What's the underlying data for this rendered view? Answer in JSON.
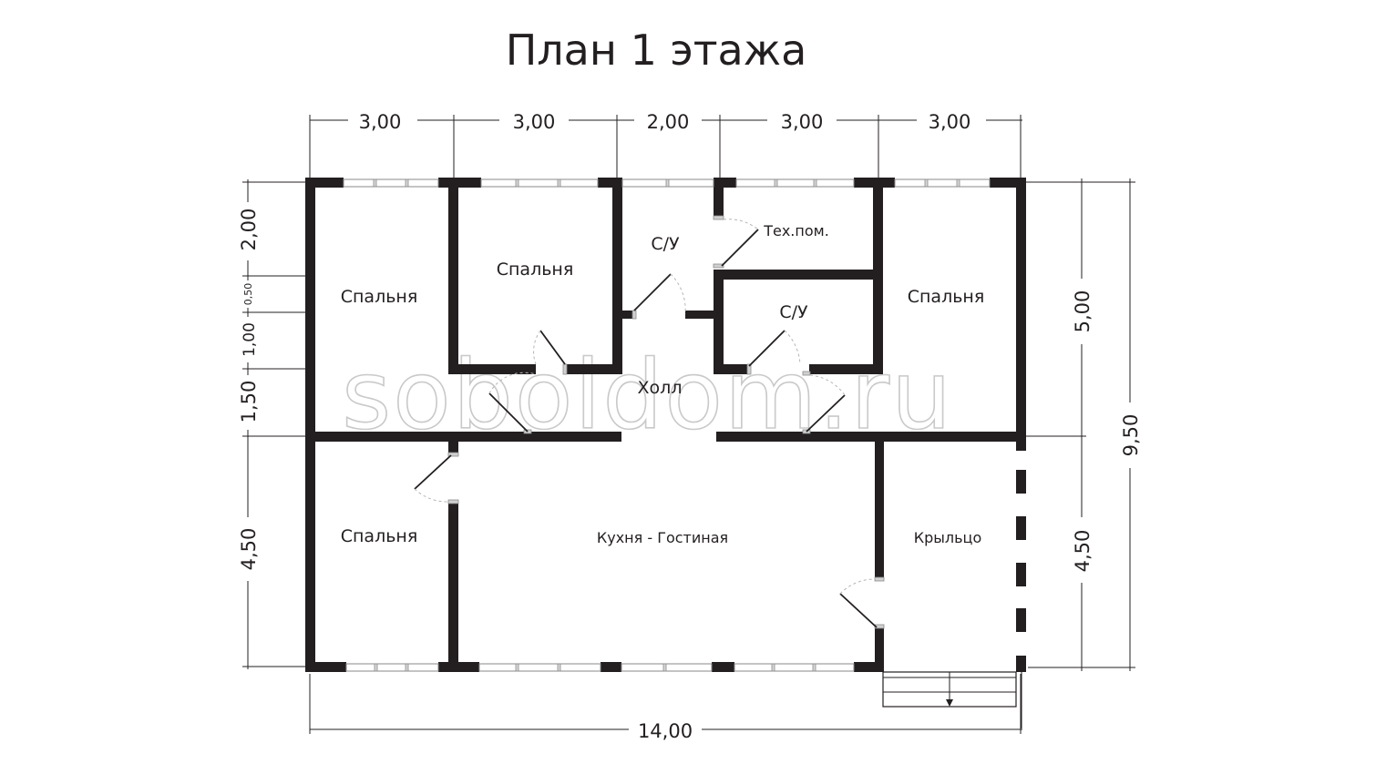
{
  "title": "План 1 этажа",
  "watermark": "soboldom.ru",
  "dimensions": {
    "top": [
      "3,00",
      "3,00",
      "2,00",
      "3,00",
      "3,00"
    ],
    "bottom_total": "14,00",
    "left": [
      "2,00",
      "0,50",
      "1,00",
      "1,50",
      "4,50"
    ],
    "right_inner": [
      "5,00",
      "4,50"
    ],
    "right_total": "9,50"
  },
  "rooms": {
    "bedroom_top_left": "Спальня",
    "bedroom_top_middle": "Спальня",
    "bathroom_1": "С/У",
    "tech_room": "Тех.пом.",
    "bathroom_2": "С/У",
    "bedroom_top_right": "Спальня",
    "hall": "Холл",
    "bedroom_bottom_left": "Спальня",
    "kitchen_living": "Кухня - Гостиная",
    "porch": "Крыльцо"
  },
  "colors": {
    "wall": "#231f20",
    "window_frame": "#8a8a8a",
    "watermark": "#c9c9c9",
    "background": "#ffffff"
  }
}
